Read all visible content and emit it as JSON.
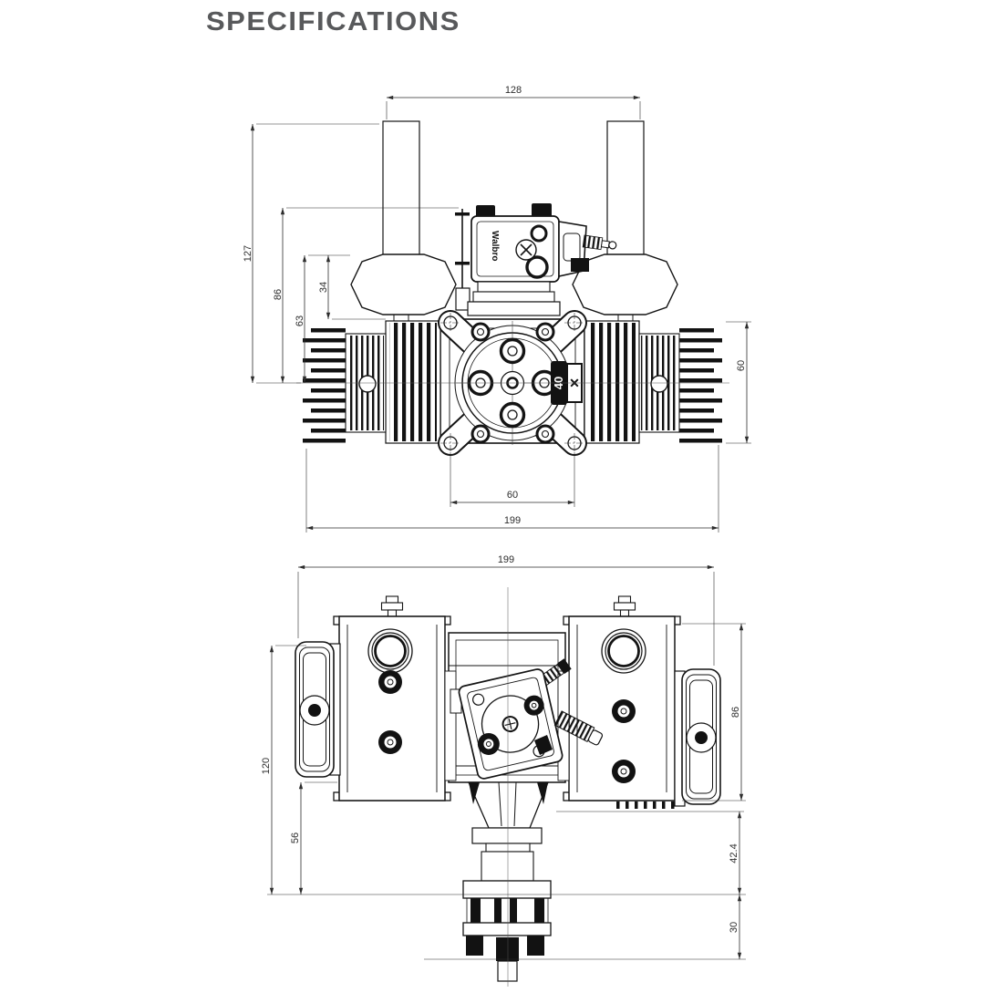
{
  "title": "SPECIFICATIONS",
  "front_view": {
    "dims": {
      "top_width": "128",
      "overall_height": "127",
      "carb_height": "86",
      "muffler_height": "63",
      "head_height": "34",
      "cylinder_height": "60",
      "mount_spacing": "60",
      "overall_width": "199"
    },
    "carb_brand": "Walbro",
    "hub_badge_number": "40",
    "hub_badge_mark": "✕"
  },
  "top_view": {
    "dims": {
      "overall_width": "199",
      "overall_depth": "120",
      "rear_depth": "56",
      "cylinder_depth": "86",
      "mid_depth": "42.4",
      "hub_depth": "30"
    }
  }
}
